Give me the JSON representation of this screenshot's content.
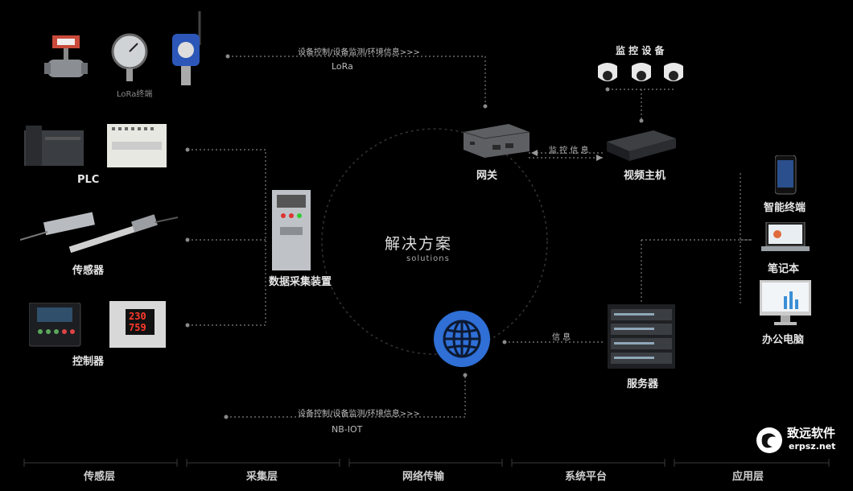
{
  "center": {
    "title": "解决方案",
    "subtitle": "solutions"
  },
  "top_link": {
    "caption": "设备控制/设备监测/环境信息>>>",
    "protocol": "LoRa"
  },
  "bottom_link": {
    "caption": "设备控制/设备监测/环境信息>>>",
    "protocol": "NB-IOT"
  },
  "lora_terminal": "LoRa终端",
  "groups": {
    "plc": "PLC",
    "sensor": "传感器",
    "controller": "控制器"
  },
  "collector": "数据采集装置",
  "gateway": "网关",
  "monitor": {
    "title": "监 控 设 备",
    "link": "监 控 信 息",
    "host": "视频主机"
  },
  "server": {
    "label": "服务器",
    "link": "信 息"
  },
  "apps": [
    "智能终端",
    "笔记本",
    "办公电脑"
  ],
  "controller_display": {
    "top": "230",
    "bottom": "759"
  },
  "layers": [
    "传感层",
    "采集层",
    "网络传输",
    "系统平台",
    "应用层"
  ],
  "brand": {
    "name": "致远软件",
    "site": "erpsz.net"
  },
  "colors": {
    "globe": "#2f6fd6",
    "line": "#777777",
    "bg": "#000000"
  }
}
